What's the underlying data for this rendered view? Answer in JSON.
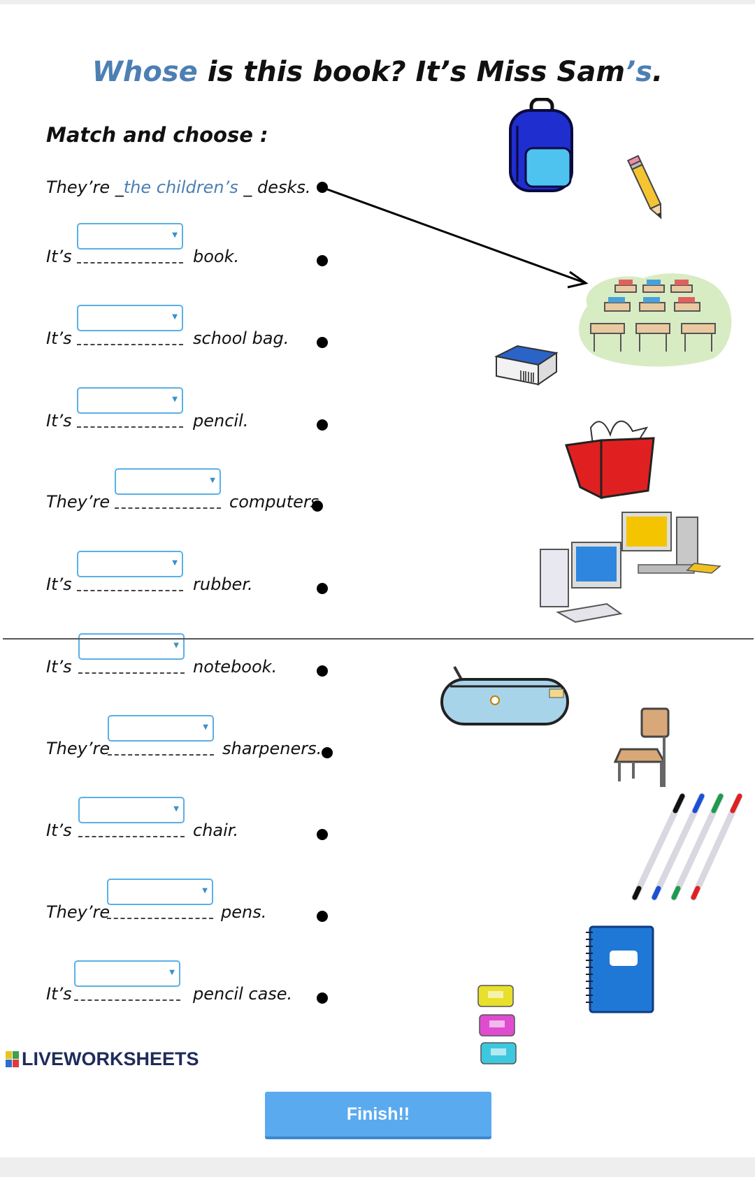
{
  "title": {
    "part1": "Whose",
    "part2": " is this book? It’s Miss Sam",
    "part3": "’s",
    "part4": "."
  },
  "instruction": "Match and choose :",
  "example": {
    "pre": "They’re _",
    "fill": "the children’s",
    "post": " _ desks."
  },
  "rows": [
    {
      "pre": "It’s",
      "post": "book."
    },
    {
      "pre": "It’s",
      "post": "school bag."
    },
    {
      "pre": "It’s",
      "post": "pencil."
    },
    {
      "pre": "They’re",
      "post": "computers."
    },
    {
      "pre": "It’s",
      "post": "rubber."
    },
    {
      "pre": "It’s",
      "post": "notebook."
    },
    {
      "pre": "They’re",
      "post": "sharpeners."
    },
    {
      "pre": "It’s",
      "post": "chair."
    },
    {
      "pre": "They’re",
      "post": "pens."
    },
    {
      "pre": "It’s",
      "post": "pencil case."
    }
  ],
  "logo_text": "LIVEWORKSHEETS",
  "finish_label": "Finish!!",
  "icons": [
    "backpack-icon",
    "pencil-icon",
    "desks-icon",
    "rubber-icon",
    "book-icon",
    "computers-icon",
    "pencil-case-icon",
    "chair-icon",
    "pens-icon",
    "notebook-icon",
    "sharpeners-icon"
  ],
  "colors": {
    "accent": "#5aaaf0",
    "title_blue": "#4d7fb3",
    "dropdown_border": "#5ab0e6"
  }
}
